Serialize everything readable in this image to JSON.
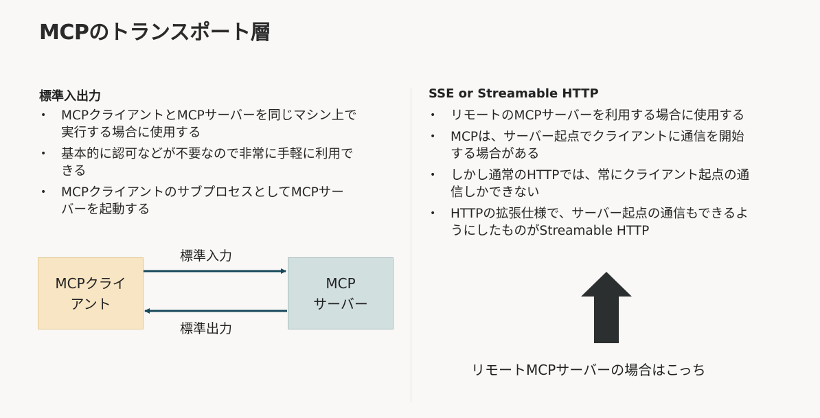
{
  "title": "MCPのトランスポート層",
  "left": {
    "heading": "標準入出力",
    "bullets": [
      [
        "MCPクライアントとMCPサーバーを同じマシン上で",
        "実行する場合に使用する"
      ],
      [
        "基本的に認可などが不要なので非常に手軽に利用で",
        "きる"
      ],
      [
        "MCPクライアントのサブプロセスとしてMCPサー",
        "バーを起動する"
      ]
    ]
  },
  "right": {
    "heading": "SSE or Streamable HTTP",
    "bullets": [
      [
        "リモートのMCPサーバーを利用する場合に使用する"
      ],
      [
        "MCPは、サーバー起点でクライアントに通信を開始",
        "する場合がある"
      ],
      [
        "しかし通常のHTTPでは、常にクライアント起点の通",
        "信しかできない"
      ],
      [
        "HTTPの拡張仕様で、サーバー起点の通信もできるよ",
        "うにしたものがStreamable HTTP"
      ]
    ]
  },
  "diagram": {
    "client_line1": "MCPクライ",
    "client_line2": "アント",
    "server_line1": "MCP",
    "server_line2": "サーバー",
    "stdin_label": "標準入力",
    "stdout_label": "標準出力",
    "arrow_color": "#17475a"
  },
  "caption": "リモートMCPサーバーの場合はこっち",
  "bullet_symbol": "•",
  "up_arrow_color": "#2b2f2f"
}
